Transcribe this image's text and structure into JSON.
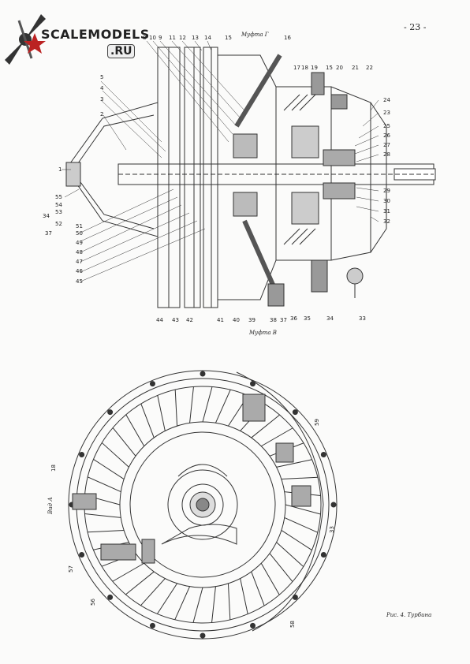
{
  "page_number": "- 23 -",
  "logo": {
    "text": "SCALEMODELS",
    "sub": ".RU"
  },
  "top_drawing": {
    "mufta_g": "Муфта Г",
    "mufta_v": "Муфта В",
    "callouts_top": [
      "8",
      "10",
      "9",
      "11",
      "12",
      "13",
      "14",
      "15",
      "16",
      "17",
      "18",
      "19",
      "15",
      "20",
      "21",
      "22"
    ],
    "callouts_left": [
      "5",
      "4",
      "3",
      "2",
      "1",
      "55",
      "54",
      "53",
      "34",
      "52",
      "37",
      "50",
      "51",
      "49",
      "48",
      "47",
      "46",
      "45"
    ],
    "callouts_right": [
      "24",
      "23",
      "25",
      "26",
      "27",
      "28",
      "29",
      "30",
      "31",
      "32"
    ],
    "callouts_bottom": [
      "44",
      "43",
      "42",
      "41",
      "40",
      "39",
      "38",
      "37",
      "36",
      "35",
      "34",
      "33"
    ]
  },
  "bottom_drawing": {
    "view_label": "Вид А",
    "callouts": [
      "18",
      "57",
      "56",
      "59",
      "33",
      "58"
    ]
  },
  "caption": "Рис. 4. Турбина"
}
